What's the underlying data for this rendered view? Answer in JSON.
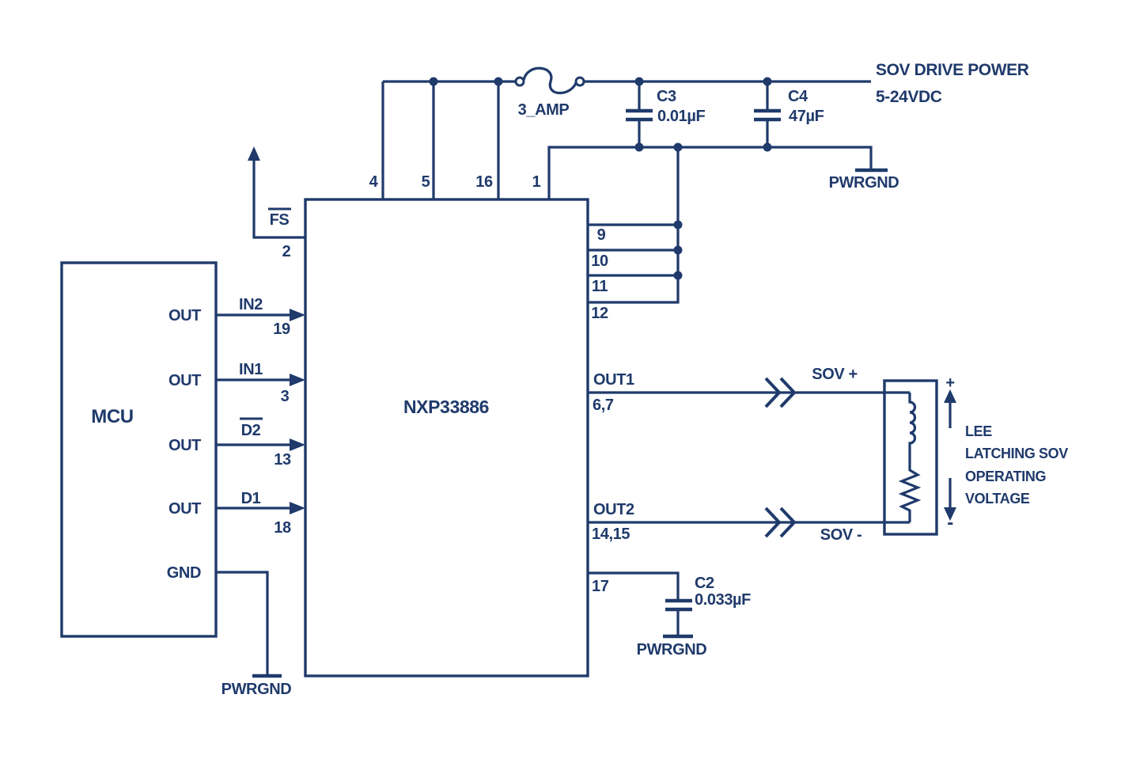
{
  "colors": {
    "ink": "#1f3a6b",
    "bg": "#ffffff"
  },
  "power": {
    "title": "SOV DRIVE POWER",
    "range": "5-24VDC"
  },
  "fuse": {
    "label": "3_AMP"
  },
  "caps": {
    "c3": {
      "ref": "C3",
      "val": "0.01µF"
    },
    "c4": {
      "ref": "C4",
      "val": "47µF"
    },
    "c2": {
      "ref": "C2",
      "val": "0.033µF"
    }
  },
  "gnd": {
    "label": "PWRGND"
  },
  "mcu": {
    "title": "MCU",
    "out": "OUT",
    "gnd": "GND"
  },
  "chip": {
    "title": "NXP33886",
    "pins": {
      "n1": "1",
      "n2": "2",
      "n3": "3",
      "n4": "4",
      "n5": "5",
      "n9": "9",
      "n10": "10",
      "n11": "11",
      "n12": "12",
      "n13": "13",
      "n16": "16",
      "n17": "17",
      "n18": "18",
      "n19": "19",
      "n67": "6,7",
      "n1415": "14,15"
    }
  },
  "signals": {
    "fs": "FS",
    "in2": "IN2",
    "in1": "IN1",
    "d2": "D2",
    "d1": "D1",
    "out1": "OUT1",
    "out2": "OUT2"
  },
  "sov": {
    "plus": "SOV +",
    "minus": "SOV -",
    "plus_sign": "+",
    "minus_sign": "-",
    "note1": "LEE",
    "note2": "LATCHING SOV",
    "note3": "OPERATING",
    "note4": "VOLTAGE"
  }
}
